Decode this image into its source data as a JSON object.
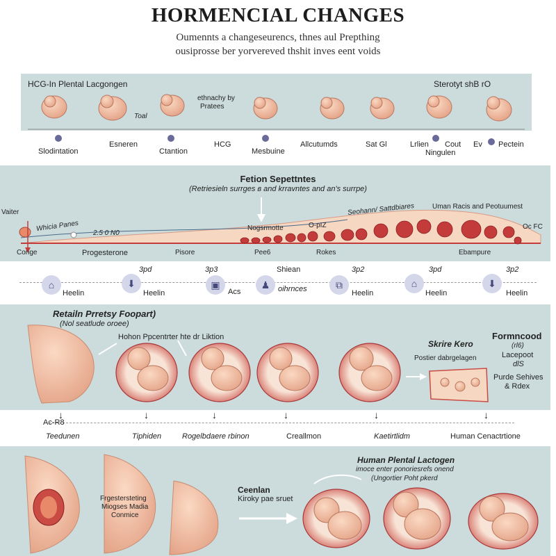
{
  "header": {
    "title": "HORMENCIAL CHANGES",
    "subtitle_line1": "Oumennts a changeseurencs, thnes aul Prepthing",
    "subtitle_line2": "ousiprosse ber  yorvereved thshit inves eent voids"
  },
  "panel1": {
    "top_left_label": "HCG-In Plental Lacgongen",
    "top_right_label": "Sterotyt shB rO",
    "note_lines": [
      "ethnachy by",
      "Pratees"
    ],
    "note_total": "Toal",
    "bottom_labels": [
      "Slodintation",
      "Esneren",
      "Ctantion",
      "HCG",
      "Mesbuine",
      "Allcutumds",
      "Sat Gl",
      "Lrlien",
      "Cout",
      "Ningulen",
      "Ev",
      "Pectein"
    ]
  },
  "panel2": {
    "title": "Fetion Sepettntes",
    "subtitle": "(Retriesieln surrges ʙ and krravntes and an's surrpe)",
    "left_top": "Vaiter",
    "left_bottom": "Conge",
    "wave_label_left": "Whicia Panes",
    "wave_label_mid": "2.5 0 N0",
    "label_nog": "Nogsrmotte",
    "label_opiz": "O-pIZ",
    "label_sech": "Seohann/ Sattdbiares",
    "label_human": "Uman Racis and Peotuumest",
    "label_ocfc": "Oc FC",
    "label_progesterone": "Progesterone",
    "label_pisore": "Pisore",
    "label_pee": "Pee6",
    "label_rokes": "Rokes",
    "label_ebampure": "Ebampure"
  },
  "icon_row": {
    "items": [
      {
        "label": "Heelin",
        "top": "",
        "icon": "home-icon"
      },
      {
        "label": "Heelin",
        "top": "3pd",
        "icon": "arrow-down-icon"
      },
      {
        "label": "Acs",
        "top": "3p3",
        "icon": "briefcase-icon"
      },
      {
        "label": "oihrnces",
        "top": "Shiean",
        "icon": "person-icon"
      },
      {
        "label": "Heelin",
        "top": "3p2",
        "icon": "nested-icon"
      },
      {
        "label": "Heelin",
        "top": "3pd",
        "icon": "home-icon"
      },
      {
        "label": "Heelin",
        "top": "3p2",
        "icon": "arrow-down-icon"
      }
    ]
  },
  "panel3": {
    "title": "Retailn Prretsy Foopart)",
    "subtitle": "(Nol seatlude oroee)",
    "center_label": "Hohon Ppcentrter hte dr Liktion",
    "skire_label": "Skrire Kero",
    "poster_label": "Postier dabrgelagen",
    "right_title": "Formncood",
    "right_lines": [
      "(rl6)",
      "Lacepoot",
      "dlS",
      "Purde Sehives",
      "& Rdex"
    ],
    "bottom_labels": [
      "Ac-R8",
      "Teedunen",
      "Tiphiden",
      "Rogelbdaere rbinon",
      "Creallmon",
      "Kaetirtlidm",
      "Human Cenactrtione"
    ]
  },
  "panel4": {
    "title": "Human Plental Lactogen",
    "subtitle_line1": "imoce enter ponoriesrefs onend",
    "subtitle_line2": "(Ungortier Poht pkerd",
    "overlay_lines": [
      "Frgestersteting",
      "Miogses Madia",
      "Conmice"
    ],
    "cenion": "Ceenlan",
    "kiroky": "Kiroky pae sruet"
  },
  "colors": {
    "panel_bg": "#ccdcdc",
    "skin": "#f2c3a8",
    "skin_dark": "#d89a84",
    "red": "#c43b3b",
    "dot": "#6a6a9a",
    "badge": "#d4d6ea"
  }
}
